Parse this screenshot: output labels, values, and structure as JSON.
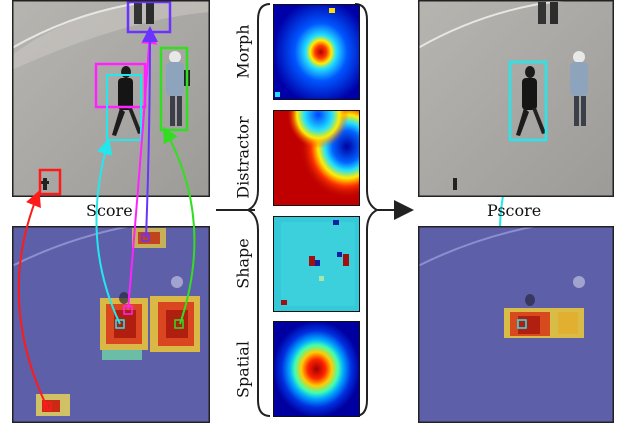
{
  "figure": {
    "left_top_caption": "Score",
    "right_top_caption": "Pscore",
    "map_labels": [
      "Morph",
      "Distractor",
      "Shape",
      "Spatial"
    ]
  },
  "colors": {
    "red": "#ff1a1a",
    "magenta": "#ff22ff",
    "cyan": "#22e8ee",
    "green": "#33dd22",
    "purple": "#6a33ff",
    "frame": "#222222"
  }
}
